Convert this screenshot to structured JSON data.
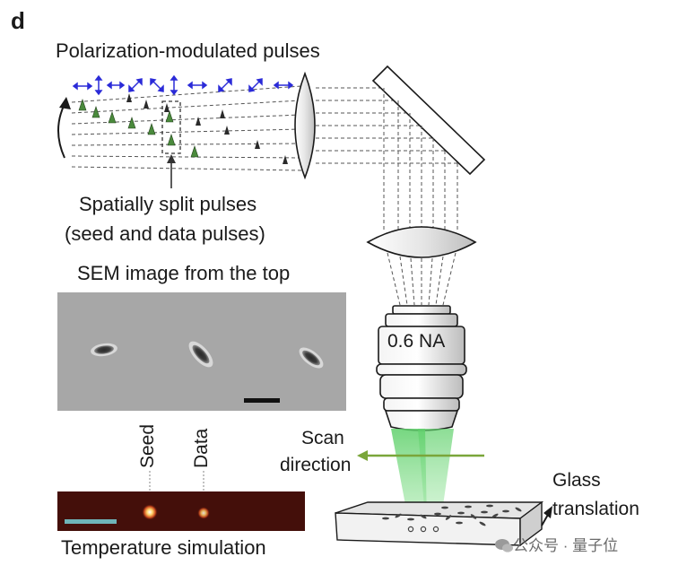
{
  "panel_letter": "d",
  "title": "Polarization-modulated pulses",
  "split_label_line1": "Spatially split pulses",
  "split_label_line2": "(seed and data pulses)",
  "sem_label": "SEM image from the top",
  "seed_label": "Seed",
  "data_label": "Data",
  "temperature_label": "Temperature simulation",
  "objective_label": "0.6 NA",
  "scan_label_line1": "Scan",
  "scan_label_line2": "direction",
  "glass_label_line1": "Glass",
  "glass_label_line2": "translation",
  "watermark": "公众号 · 量子位",
  "colors": {
    "polarization_arrows": "#2b2bd8",
    "seed_pulse": "#4a8a3c",
    "data_pulse": "#2a2a2a",
    "scan_arrow": "#7aa63a",
    "beam_green": "#6fdc7a",
    "sem_background": "#a7a7a7",
    "temperature_background": "#3a0c08",
    "scale_bar_cyan": "#6fb4b8"
  },
  "icons": [
    "rotation-arrow-icon",
    "wechat-icon"
  ]
}
